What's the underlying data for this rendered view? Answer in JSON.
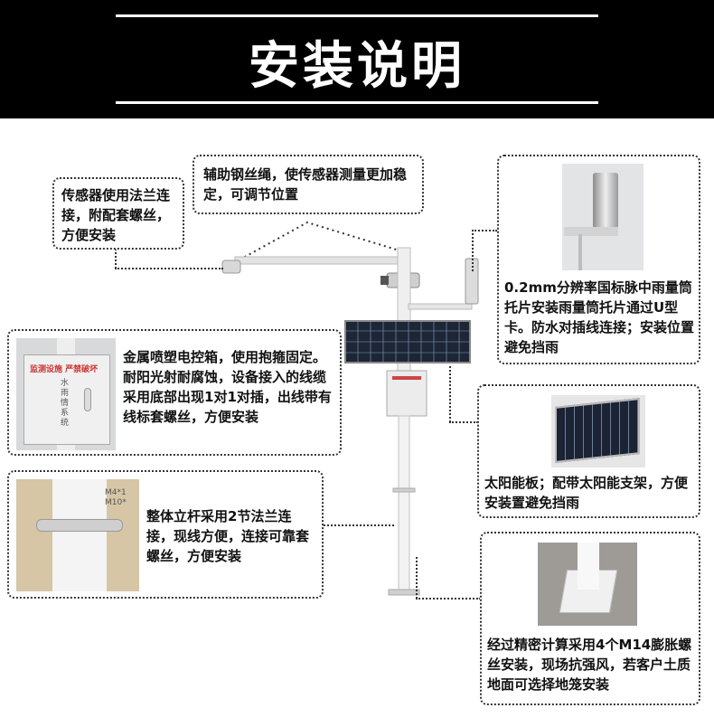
{
  "header": {
    "title": "安装说明"
  },
  "callouts": {
    "flange": {
      "text": "传感器使用法兰连接，附配套螺丝，方便安装"
    },
    "wire": {
      "text": "辅助钢丝绳，使传感器测量更加稳定，可调节位置"
    },
    "rain": {
      "text": "0.2mm分辨率国标脉中雨量筒托片安装雨量筒托片通过U型卡。防水对插线连接；安装位置避免挡雨"
    },
    "box": {
      "text": "金属喷塑电控箱，使用抱箍固定。耐阳光射耐腐蚀，设备接入的线缆采用底部出现1对1对插，出线带有线标套螺丝，方便安装"
    },
    "solar": {
      "text": "太阳能板；配带太阳能支架，方便安装置避免挡雨"
    },
    "pole": {
      "text": "整体立杆采用2节法兰连接，现线方便，连接可靠套螺丝，方便安装"
    },
    "base": {
      "text": "经过精密计算采用4个M14膨胀螺丝安装，现场抗强风，若客户土质地面可选择地笼安装"
    }
  },
  "box_label": {
    "line1": "监测设施  严禁破坏",
    "line2": "水雨情系统"
  },
  "pole_label": {
    "line1": "M4*1",
    "line2": "M10*"
  }
}
